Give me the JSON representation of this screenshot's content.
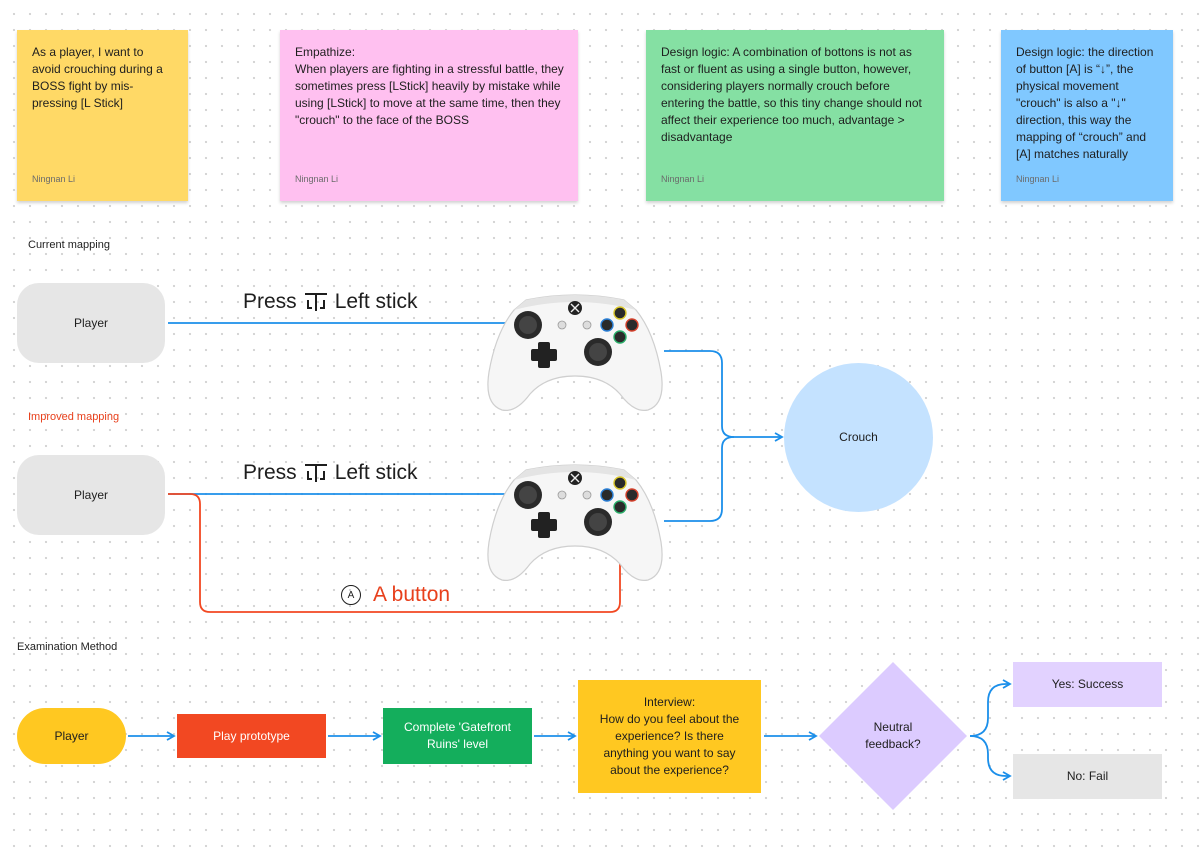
{
  "stickies": [
    {
      "text": "As a player, I want to avoid crouching during a BOSS fight by mis-pressing [L Stick]",
      "author": "Ningnan Li",
      "color": "#FFD966"
    },
    {
      "text": "Empathize:\nWhen players are fighting in a stressful battle, they sometimes press [LStick] heavily by mistake while using [LStick] to move at the same time, then they \"crouch\" to the face of the BOSS",
      "author": "Ningnan Li",
      "color": "#FFC0F0"
    },
    {
      "text": "Design logic: A combination of bottons is not as fast or fluent as using a single button, however, considering players normally crouch before entering the battle, so this tiny change should not affect their experience too much, advantage > disadvantage",
      "author": "Ningnan Li",
      "color": "#85E0A3"
    },
    {
      "text": "Design logic: the direction of button [A] is “↓”, the physical movement \"crouch\" is also a \"↓\" direction, this way the mapping of “crouch” and [A] matches naturally",
      "author": "Ningnan Li",
      "color": "#80C8FF"
    }
  ],
  "current": {
    "label": "Current mapping",
    "player": "Player",
    "connector": {
      "prefix": "Press",
      "suffix": "Left stick"
    }
  },
  "improved": {
    "label": "Improved mapping",
    "player": "Player",
    "connector": {
      "prefix": "Press",
      "suffix": "Left stick"
    },
    "a_badge": "A",
    "a_label": "A button"
  },
  "crouch": "Crouch",
  "exam": {
    "label": "Examination Method",
    "player": "Player",
    "play": "Play prototype",
    "complete": "Complete 'Gatefront\nRuins' level",
    "interview": "Interview:\nHow do you feel about the experience? Is there anything you want to say about the experience?",
    "decision": "Neutral\nfeedback?",
    "yes": "Yes: Success",
    "no": "No: Fail"
  },
  "colors": {
    "blue_arrow": "#1B8FEA",
    "red_arrow": "#F24822",
    "red_label": "#E8401C",
    "crouch_fill": "#C4E2FF",
    "player_yellow": "#FFC821",
    "play_red": "#F24822",
    "complete_green": "#14AE5C",
    "interview_yellow": "#FFC821",
    "decision_purple": "#DCCBFF",
    "yes_purple": "#E2D2FF",
    "no_gray": "#E6E6E6"
  }
}
